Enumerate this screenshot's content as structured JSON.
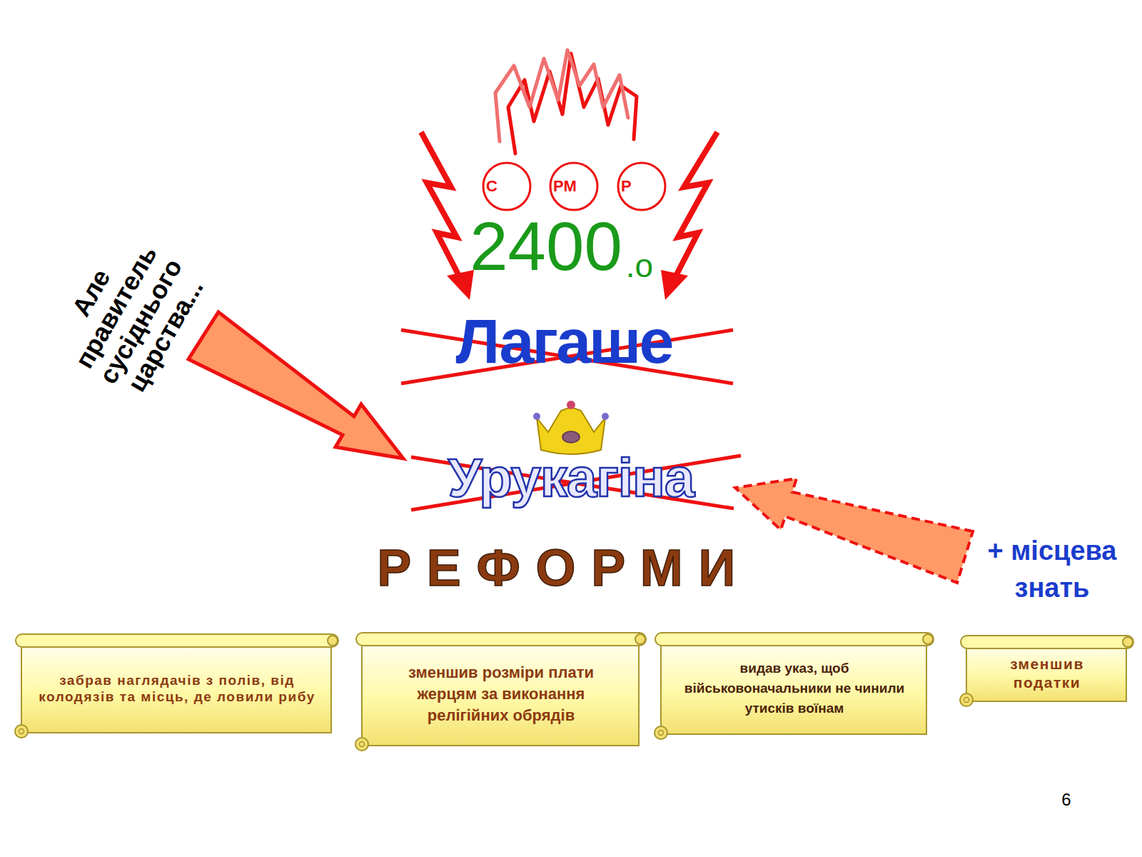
{
  "diagram": {
    "nodes": [
      {
        "text": [
          "С"
        ]
      },
      {
        "text": [
          "РМ"
        ]
      },
      {
        "text": [
          "Р"
        ]
      },
      {
        "text": [
          "забрав наглядачів з полів, від колодязів та місць, де ловили рибу"
        ]
      },
      {
        "text": [
          "зменшив розміри плати жерцям за виконання релігійних обрядів"
        ]
      },
      {
        "text": [
          "видав указ, щоб військовоначальники не чинили утисків воїнам"
        ]
      },
      {
        "text": [
          "зменшив податки"
        ]
      }
    ],
    "labels": [
      "2400",
      ".о",
      "Лагаше",
      "Урукагіна",
      "Але правитель сусіднього царства...",
      "РЕФОРМИ",
      "+ місцева знать",
      "6"
    ]
  }
}
